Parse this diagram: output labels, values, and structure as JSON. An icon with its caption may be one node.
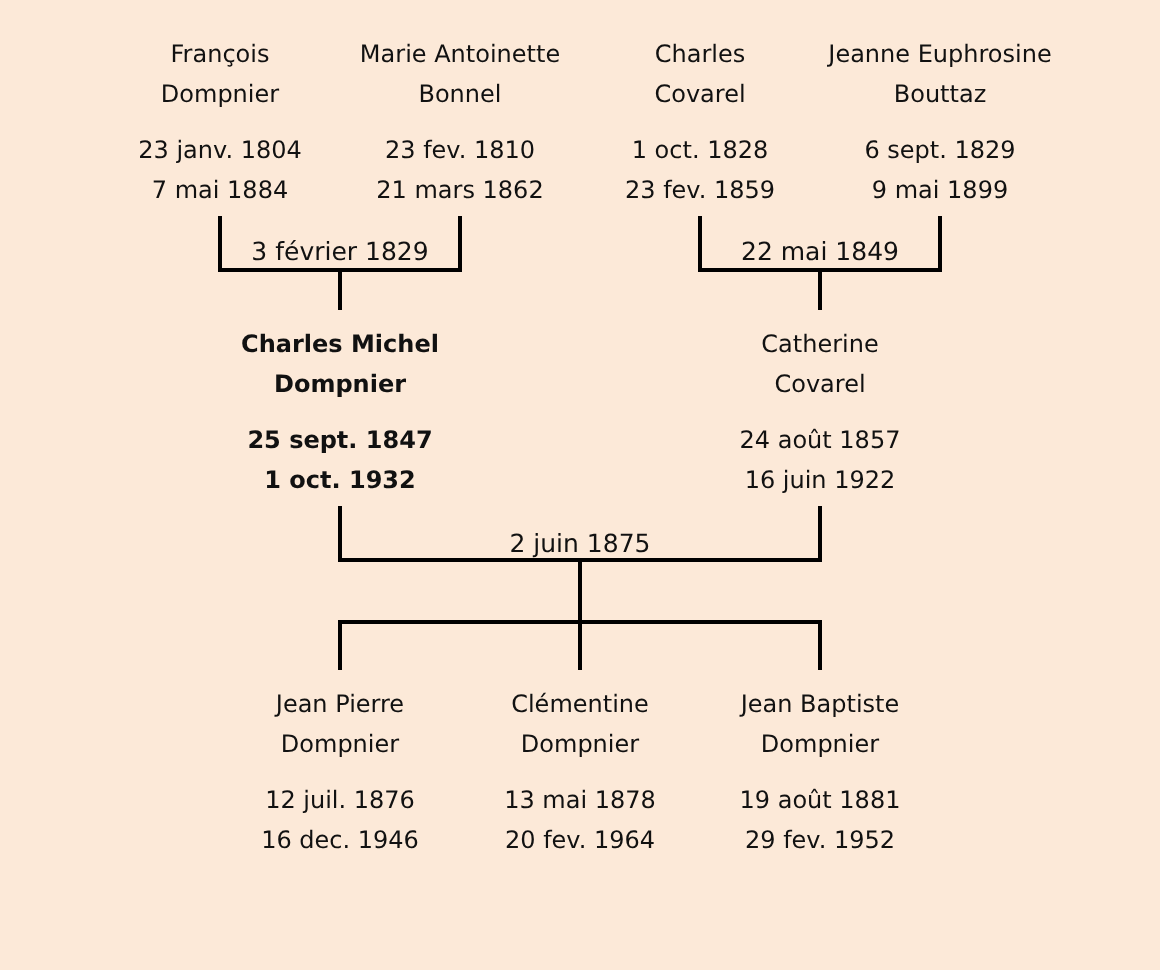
{
  "diagram": {
    "nodes": [
      {
        "text": [
          "François Dompnier",
          "23 janv. 1804 7 mai 1884"
        ]
      },
      {
        "text": [
          "Marie Antoinette Bonnel",
          "23 fev. 1810 21 mars 1862"
        ]
      },
      {
        "text": [
          "Charles Covarel",
          "1 oct. 1828 23 fev. 1859"
        ]
      },
      {
        "text": [
          "Jeanne Euphrosine Bouttaz",
          "6 sept. 1829 9 mai 1899"
        ]
      },
      {
        "text": [
          "Charles Michel Dompnier",
          "25 sept. 1847 1 oct. 1932"
        ]
      },
      {
        "text": [
          "Catherine Covarel",
          "24 août 1857 16 juin 1922"
        ]
      },
      {
        "text": [
          "Jean Pierre Dompnier",
          "12 juil. 1876 16 dec. 1946"
        ]
      },
      {
        "text": [
          "Clémentine Dompnier",
          "13 mai 1878 20 fev. 1964"
        ]
      },
      {
        "text": [
          "Jean Baptiste Dompnier",
          "19 août 1881 29 fev. 1952"
        ]
      }
    ],
    "edges": [
      {
        "from": 0,
        "to": 4,
        "arrow": "none"
      },
      {
        "from": 1,
        "to": 4,
        "arrow": "none"
      },
      {
        "from": 2,
        "to": 5,
        "arrow": "none"
      },
      {
        "from": 3,
        "to": 5,
        "arrow": "none"
      },
      {
        "from": 4,
        "to": 6,
        "arrow": "none"
      },
      {
        "from": 5,
        "to": 6,
        "arrow": "none"
      },
      {
        "from": 4,
        "to": 7,
        "arrow": "none"
      },
      {
        "from": 5,
        "to": 7,
        "arrow": "none"
      },
      {
        "from": 4,
        "to": 8,
        "arrow": "none"
      },
      {
        "from": 5,
        "to": 8,
        "arrow": "none"
      }
    ],
    "labels": [
      "3 février 1829",
      "22 mai 1849",
      "2 juin 1875"
    ]
  }
}
